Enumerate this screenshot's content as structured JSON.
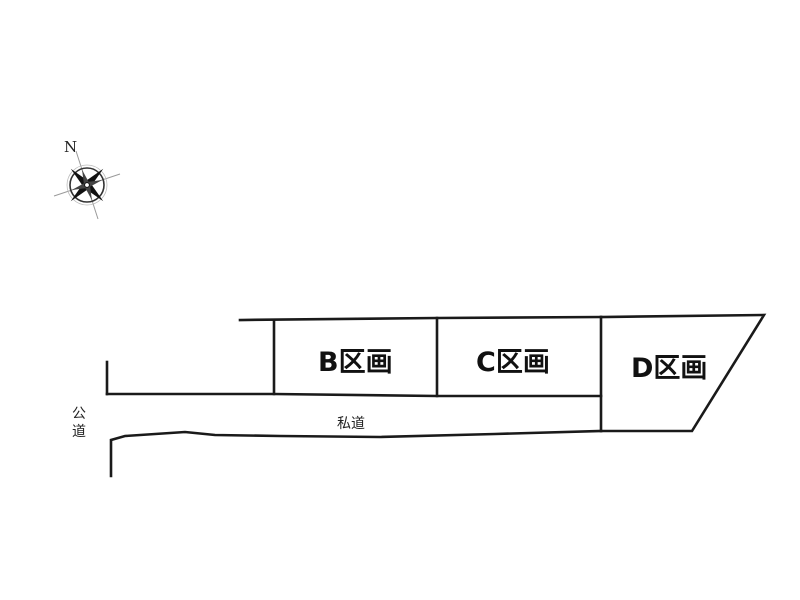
{
  "compass": {
    "north_label": "N",
    "icon": "compass-rose-icon"
  },
  "lots": {
    "b": "B区画",
    "c": "C区画",
    "d": "D区画"
  },
  "roads": {
    "private_road": "私道",
    "public_road_char1": "公",
    "public_road_char2": "道"
  },
  "colors": {
    "line": "#1a1a1a",
    "text": "#111111",
    "compass_gray": "#9a9a9a"
  }
}
